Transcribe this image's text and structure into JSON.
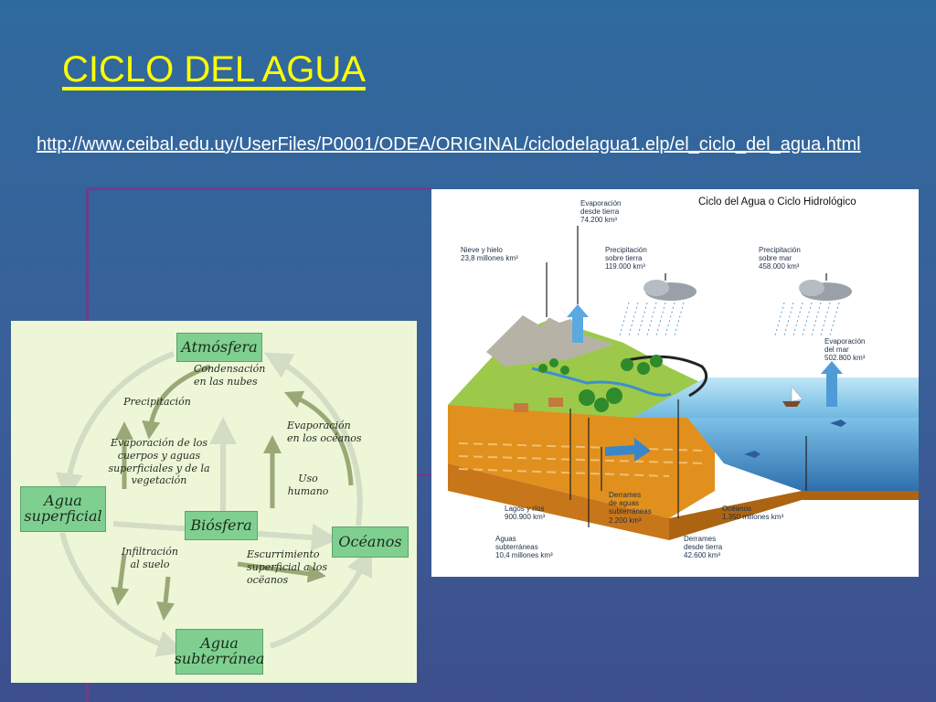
{
  "slide": {
    "title": "CICLO DEL AGUA",
    "source_url": "http://www.ceibal.edu.uy/UserFiles/P0001/ODEA/ORIGINAL/ciclodelagua1.elp/el_ciclo_del_agua.html"
  },
  "colors": {
    "background": "#2f6a9e",
    "title": "#ffff00",
    "node_fill": "#7fd090",
    "arrow_olive": "#9aa876",
    "arrow_pale": "#d3dcc4"
  },
  "left_diagram": {
    "nodes": {
      "atmosfera": "Atmósfera",
      "agua_superficial": "Agua superficial",
      "biosfera": "Biósfera",
      "oceanos": "Océanos",
      "agua_subterranea": "Agua subterránea"
    },
    "labels": {
      "condensacion": "Condensación en las nubes",
      "precipitacion": "Precipitación",
      "evaporacion_cuerpos": "Evaporación de los cuerpos y aguas superficiales y de la vegetación",
      "evaporacion_oceanos": "Evaporación en los océanos",
      "uso_humano": "Uso humano",
      "infiltracion": "Infiltración al suelo",
      "escurrimiento": "Escurrimiento superficial a los ocëanos"
    }
  },
  "right_diagram": {
    "title": "Ciclo del Agua o Ciclo Hidrológico",
    "labels": {
      "evap_tierra": "Evaporación\ndesde tierra\n74.200 km³",
      "nieve": "Nieve y hielo\n23,8 millones km³",
      "precip_tierra": "Precipitación\nsobre tierra\n119.000 km³",
      "precip_mar": "Precipitación\nsobre mar\n458.000 km³",
      "evap_mar": "Evaporación\ndel mar\n502.800 km³",
      "lagos": "Lagos y ríos\n900.900 km³",
      "derrames_subt": "Derrames\nde aguas\nsubterráneas\n2.200 km³",
      "oceanos": "Océanos\n1.350 millones km³",
      "aguas_subt": "Aguas\nsubterráneas\n10,4 millones km³",
      "derrames_tierra": "Derrames\ndesde tierra\n42.600 km³"
    }
  }
}
